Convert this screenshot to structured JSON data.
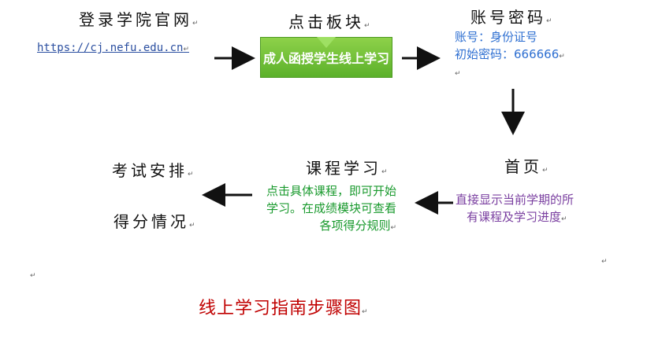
{
  "nodes": {
    "login": {
      "title": "登录学院官网",
      "url": "https://cj.nefu.edu.cn"
    },
    "click": {
      "title": "点击板块",
      "button_label": "成人函授学生线上学习"
    },
    "account": {
      "title": "账号密码",
      "line1": "账号：身份证号",
      "line2": "初始密码：666666"
    },
    "home": {
      "title": "首页",
      "line1": "直接显示当前学期的所",
      "line2": "有课程及学习进度"
    },
    "course": {
      "title": "课程学习",
      "line1": "点击具体课程，即可开始",
      "line2": "学习。在成绩模块可查看",
      "line3": "各项得分规则"
    },
    "exam": {
      "title": "考试安排",
      "title2": "得分情况"
    }
  },
  "caption": "线上学习指南步骤图",
  "colors": {
    "link": "#2b4fa0",
    "account_text": "#2e6fd1",
    "home_text": "#7a3fa0",
    "course_text": "#1a9a2e",
    "caption": "#c00000",
    "button_bg": "#6cc03a"
  }
}
